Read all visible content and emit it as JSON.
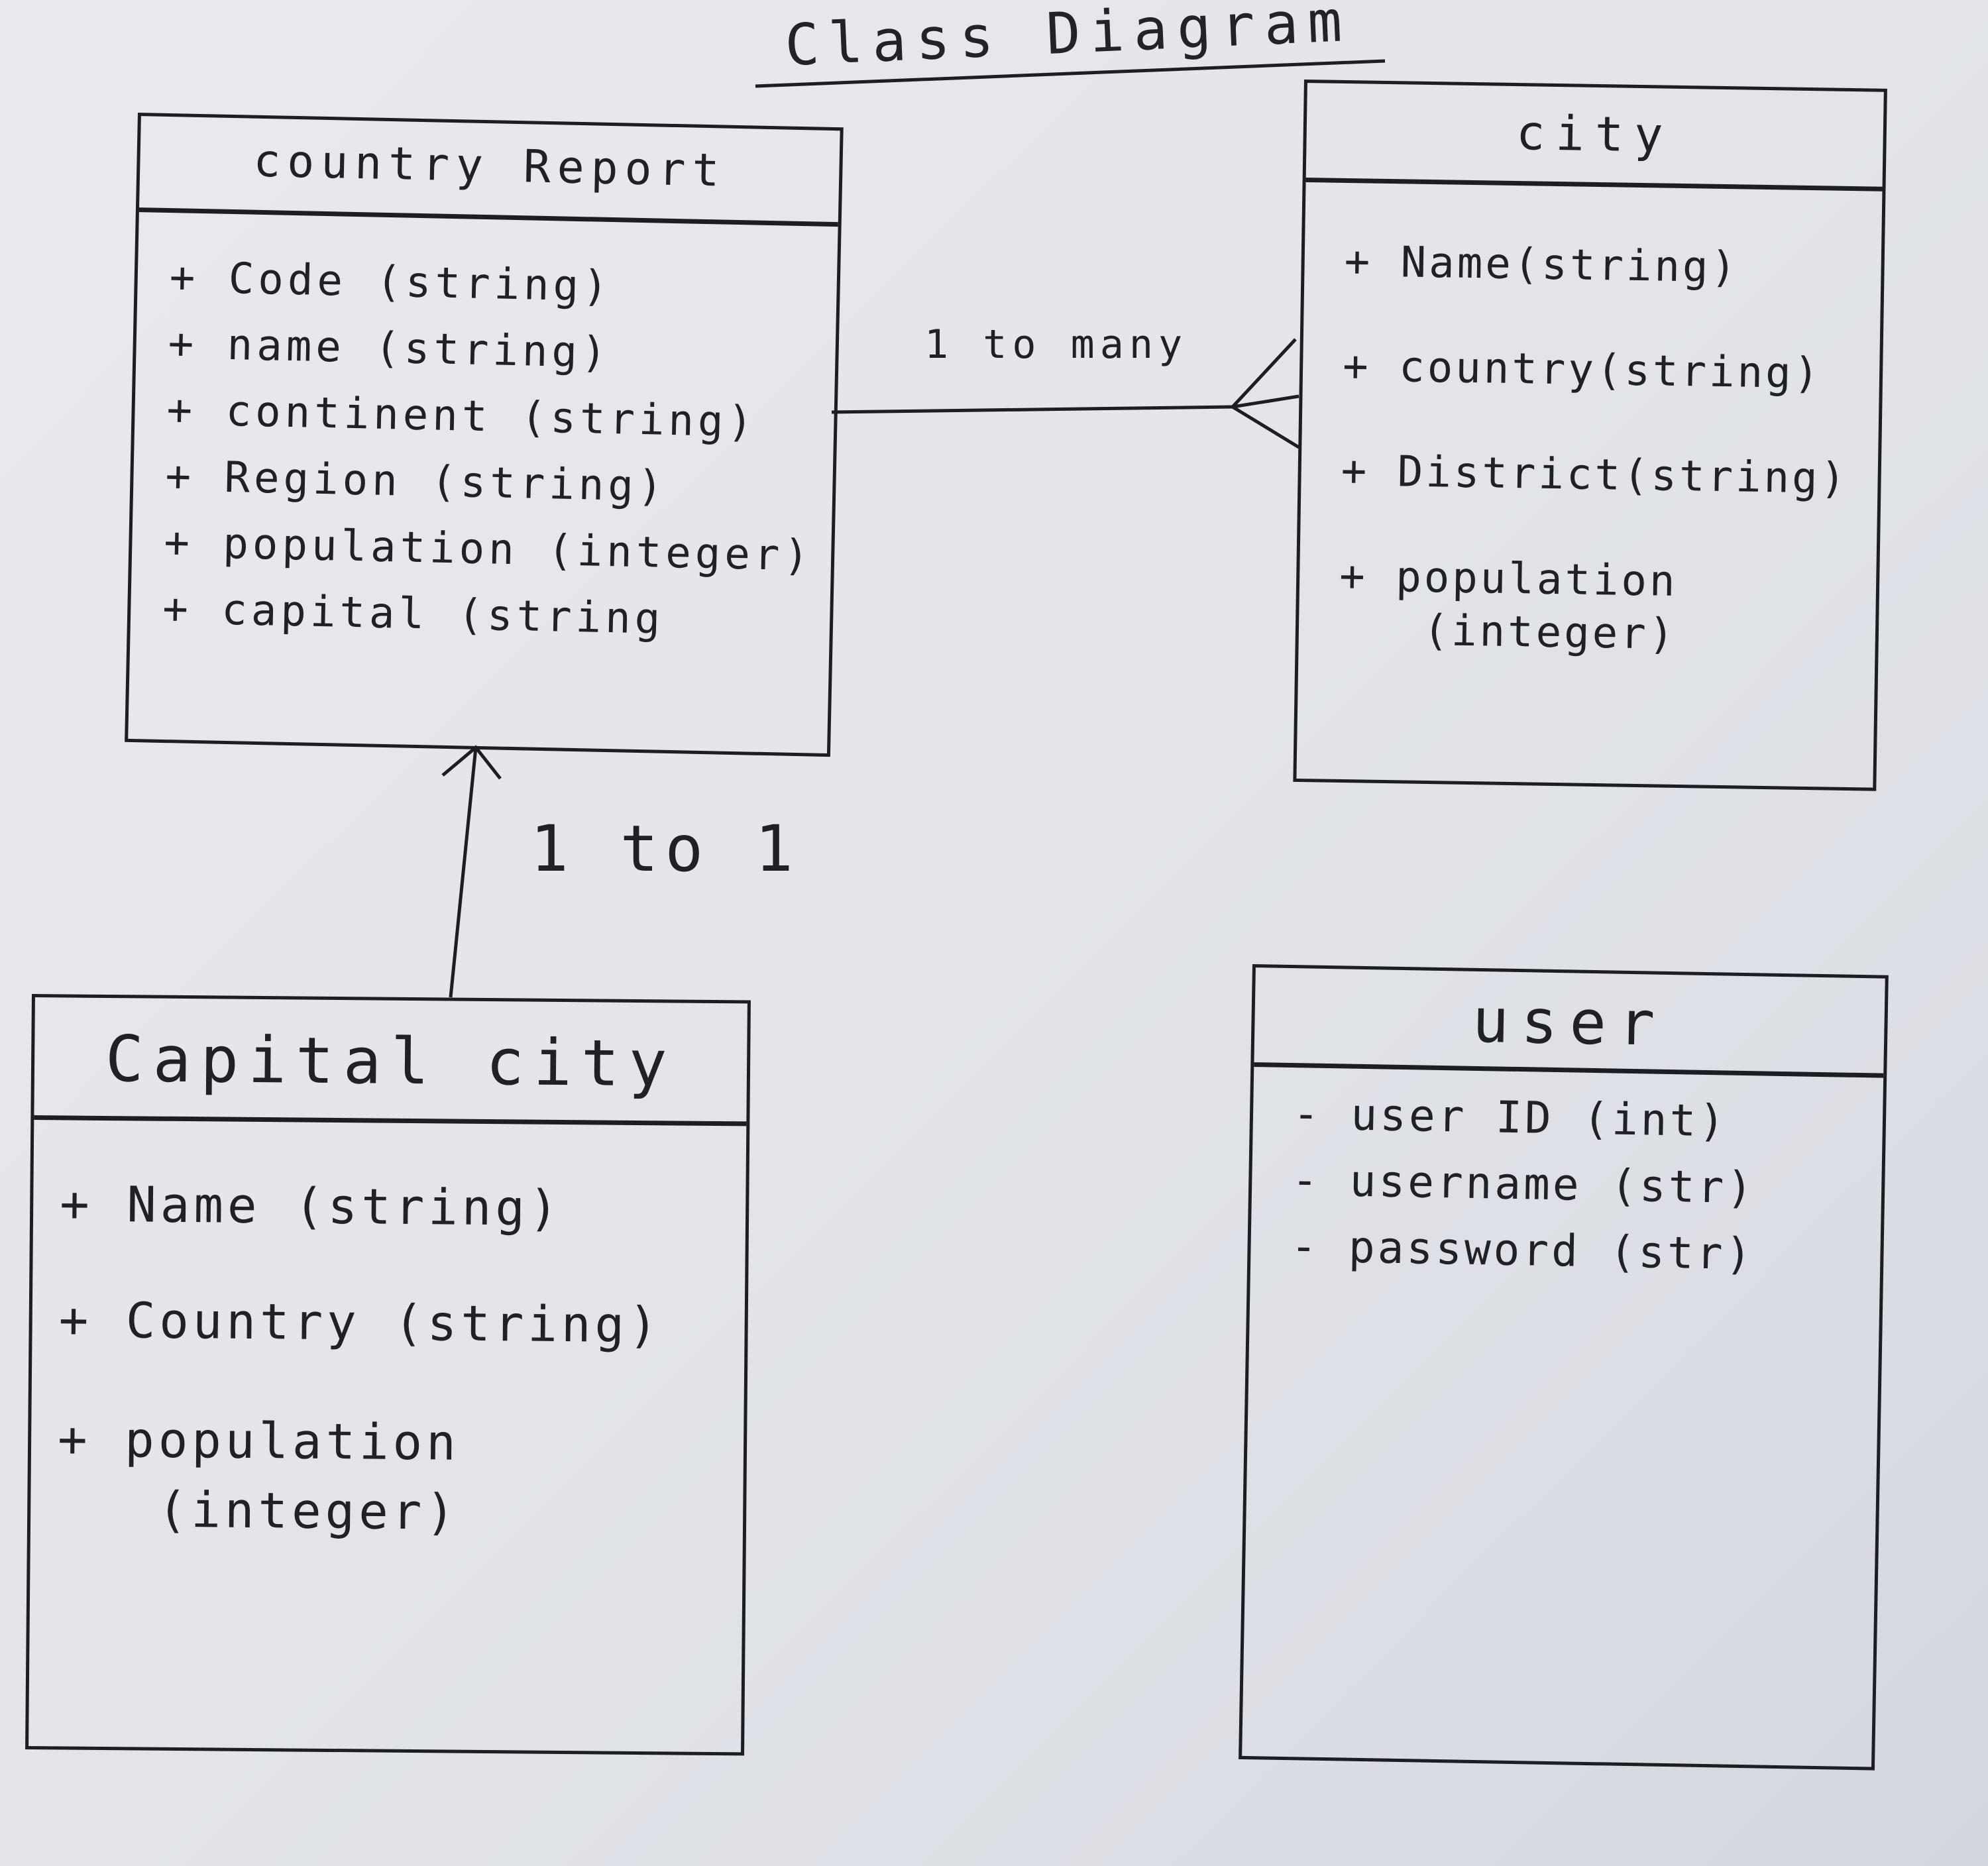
{
  "title": "Class Diagram",
  "classes": {
    "country_report": {
      "name": "country Report",
      "attributes": [
        "+ Code (string)",
        "+ name (string)",
        "+ continent (string)",
        "+ Region  (string)",
        "+ population (integer)",
        "+ capital (string"
      ]
    },
    "city": {
      "name": "city",
      "attributes": [
        "+ Name(string)",
        "+ country(string)",
        "+ District(string)",
        "+ population\n   (integer)"
      ]
    },
    "capital_city": {
      "name": "Capital city",
      "attributes": [
        "+ Name (string)",
        "+ Country (string)",
        "+ population\n   (integer)"
      ]
    },
    "user": {
      "name": "user",
      "attributes": [
        "- user ID (int)",
        "- username (str)",
        "- password (str)"
      ]
    }
  },
  "relationships": {
    "country_city": "1 to many",
    "capital_country": "1 to 1"
  }
}
